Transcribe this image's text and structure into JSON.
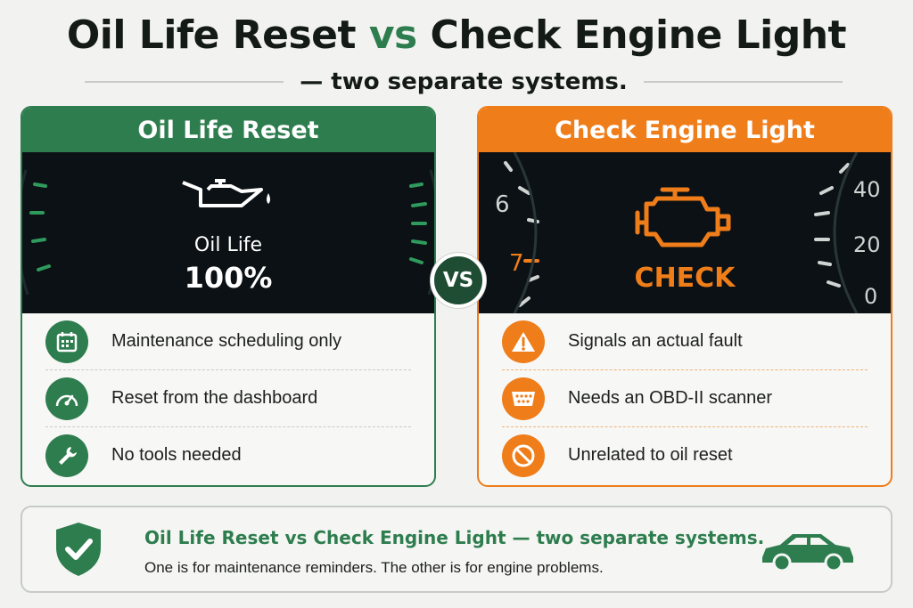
{
  "header": {
    "title_part1": "Oil Life Reset",
    "title_vs": "vs",
    "title_part2": "Check Engine Light",
    "subtitle": "— two separate systems."
  },
  "left_panel": {
    "title": "Oil Life Reset",
    "dash_icon": "oil-can-icon",
    "dash_label": "Oil Life",
    "dash_value": "100%",
    "items": [
      {
        "icon": "calendar-icon",
        "label": "Maintenance scheduling only"
      },
      {
        "icon": "speedometer-icon",
        "label": "Reset from the dashboard"
      },
      {
        "icon": "wrench-icon",
        "label": "No tools needed"
      }
    ]
  },
  "right_panel": {
    "title": "Check Engine Light",
    "dash_icon": "engine-icon",
    "dash_label": "CHECK",
    "tach_labels": [
      "6",
      "7"
    ],
    "speed_labels": [
      "40",
      "20",
      "0"
    ],
    "items": [
      {
        "icon": "warning-icon",
        "label": "Signals an actual fault"
      },
      {
        "icon": "obd-connector-icon",
        "label": "Needs an OBD-II scanner"
      },
      {
        "icon": "prohibited-icon",
        "label": "Unrelated to oil reset"
      }
    ]
  },
  "vs_badge": "VS",
  "footer": {
    "icon": "shield-check-icon",
    "title": "Oil Life Reset vs Check Engine Light — two separate systems.",
    "text": "One is for maintenance reminders. The other is for engine problems.",
    "car_icon": "car-icon"
  },
  "colors": {
    "green": "#2e7d4f",
    "orange": "#ef7d1a",
    "dark_dash": "#0b1114"
  }
}
